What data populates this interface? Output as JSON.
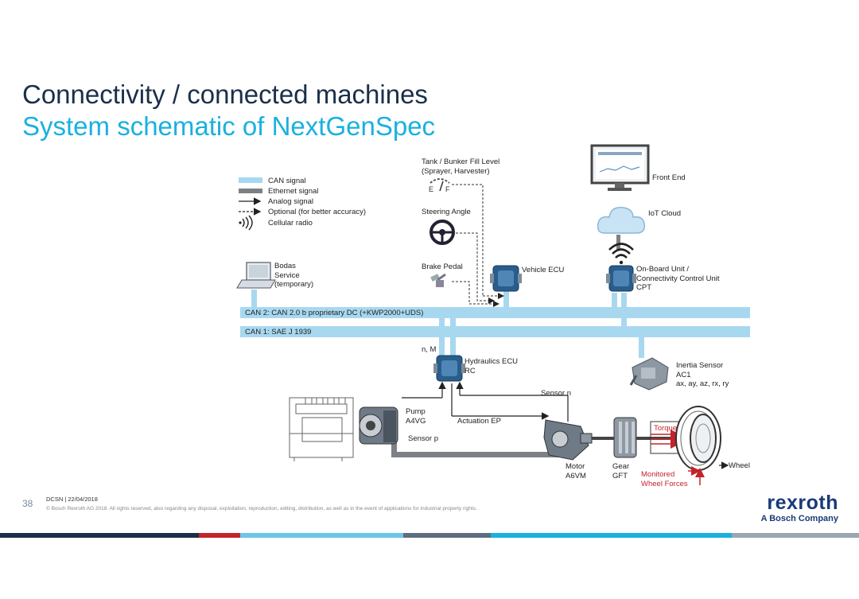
{
  "title": {
    "line1": "Connectivity / connected machines",
    "line2": "System schematic of NextGenSpec"
  },
  "legend": [
    {
      "label": "CAN signal",
      "icon": "can-signal"
    },
    {
      "label": "Ethernet signal",
      "icon": "ethernet-signal"
    },
    {
      "label": "Analog signal",
      "icon": "analog-arrow"
    },
    {
      "label": "Optional (for better accuracy)",
      "icon": "optional-dashed-arrow"
    },
    {
      "label": "Cellular radio",
      "icon": "cellular-radio"
    }
  ],
  "components": {
    "tank": "Tank / Bunker Fill Level\n(Sprayer, Harvester)",
    "steering": "Steering Angle",
    "brake": "Brake Pedal",
    "vehicle_ecu": "Vehicle ECU",
    "front_end": "Front End",
    "iot_cloud": "IoT Cloud",
    "obu": "On-Board Unit /\nConnectivity Control Unit\nCPT",
    "bodas": "Bodas\nService\n(temporary)",
    "can2": "CAN 2: CAN 2.0 b proprietary DC (+KWP2000+UDS)",
    "can1": "CAN 1: SAE J 1939",
    "nm": "n, M",
    "hydraulics_ecu": "Hydraulics ECU\nRC",
    "inertia": "Inertia Sensor\nAC1\nax, ay, az, rx, ry",
    "sensor_n": "Sensor n",
    "pump": "Pump\nA4VG",
    "actuation": "Actuation EP",
    "sensor_p": "Sensor p",
    "torque": "Torque",
    "motor": "Motor\nA6VM",
    "gear": "Gear\nGFT",
    "monitored": "Monitored\nWheel Forces",
    "wheel": "Wheel"
  },
  "footer": {
    "page": "38",
    "line1": "DCSN | 22/04/2018",
    "line2": "© Bosch Rexroth AG 2018. All rights reserved, also regarding any disposal, exploitation, reproduction, editing, distribution, as well as in the event of applications for industrial property rights.",
    "logo": "rexroth",
    "logo_sub": "A Bosch Company"
  },
  "colors": {
    "can": "#a8d8f0",
    "ethernet": "#7d8085",
    "title_dark": "#1b2f4a",
    "title_accent": "#1ab0e0",
    "ecu": "#2a5d8c",
    "red": "#c3232b",
    "brand": "#1a3a78"
  }
}
